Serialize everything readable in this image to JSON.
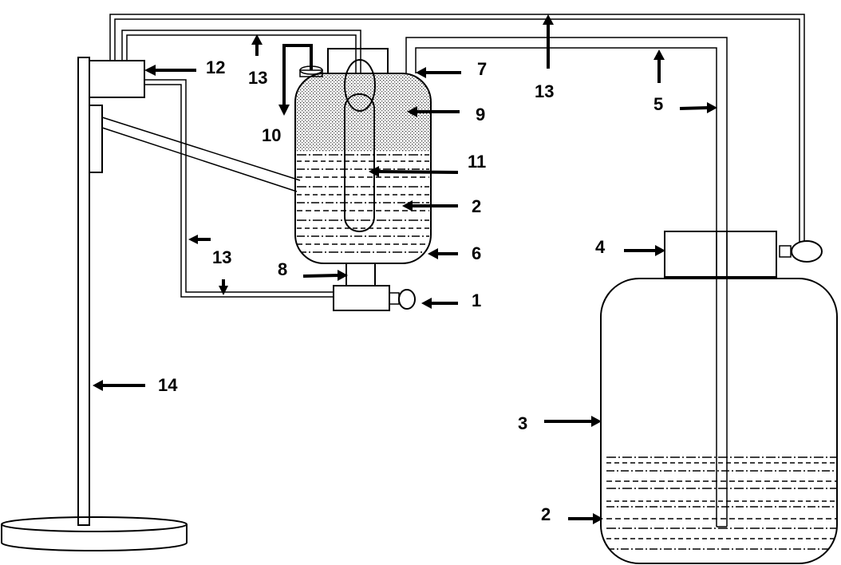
{
  "labels": {
    "l1": "1",
    "l2a": "2",
    "l2b": "2",
    "l3": "3",
    "l4": "4",
    "l5": "5",
    "l6": "6",
    "l7": "7",
    "l8": "8",
    "l9": "9",
    "l10": "10",
    "l11": "11",
    "l12": "12",
    "l13a": "13",
    "l13b": "13",
    "l13c": "13",
    "l14": "14"
  }
}
